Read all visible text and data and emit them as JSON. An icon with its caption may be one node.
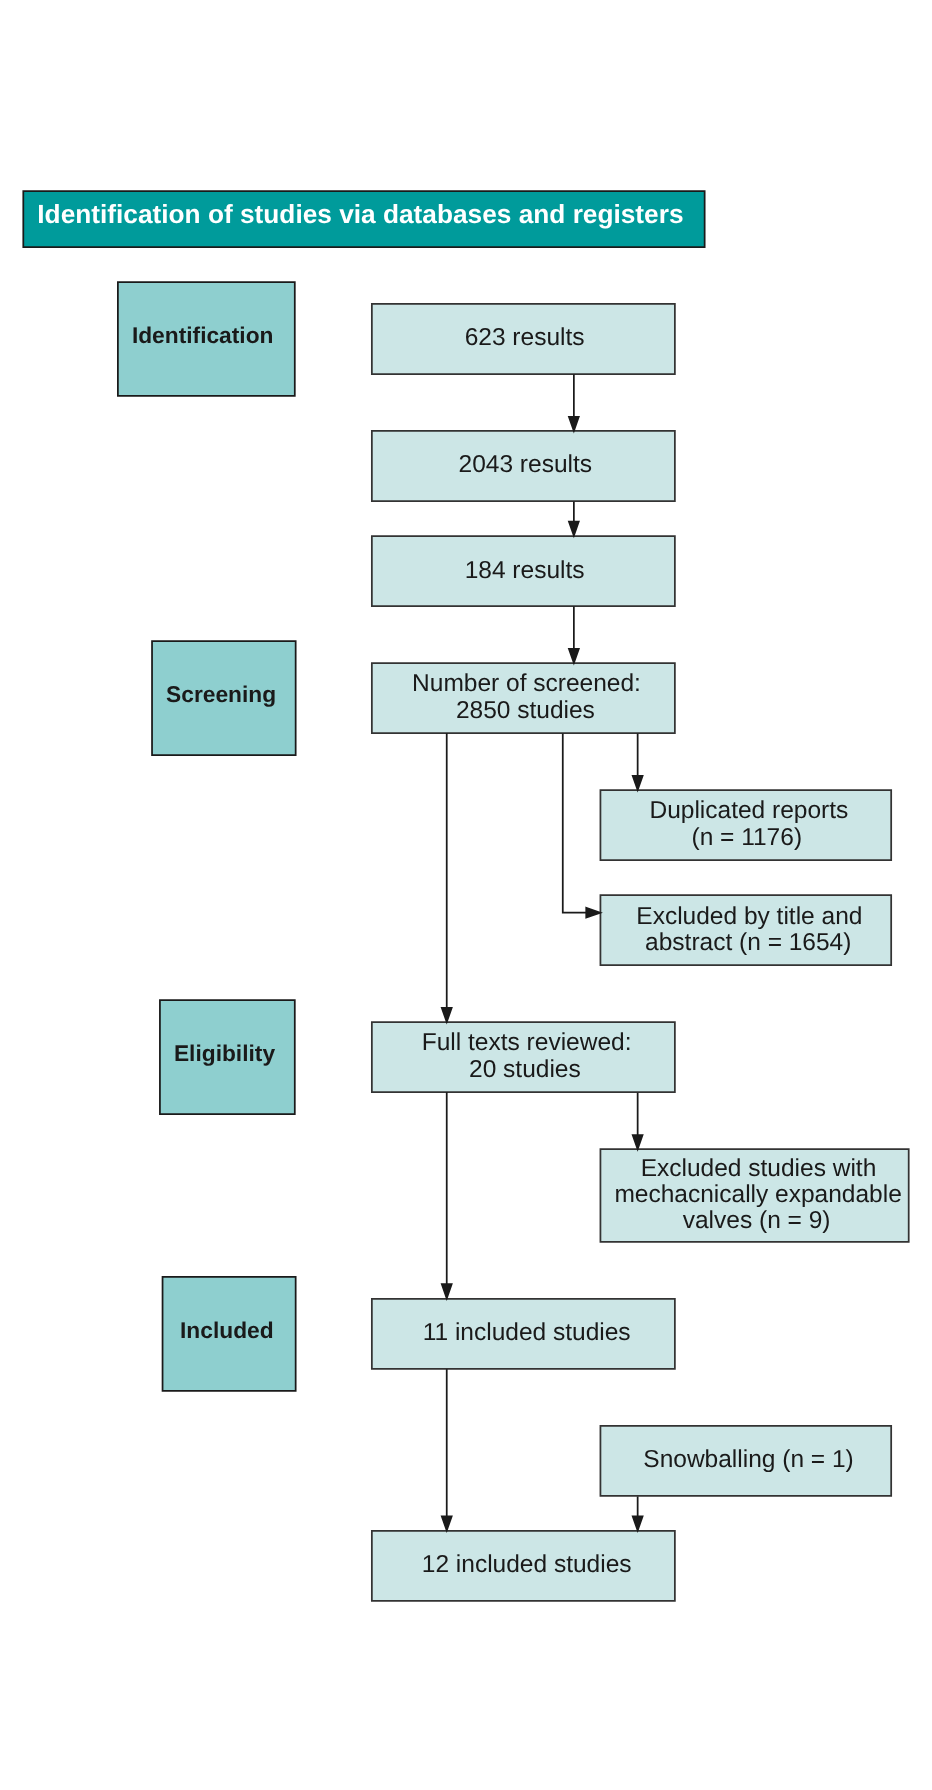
{
  "diagram": {
    "nodes": [
      {
        "text": [
          "Identification of studies via databases and registers"
        ]
      },
      {
        "text": [
          "Identification"
        ]
      },
      {
        "text": [
          "623 results"
        ]
      },
      {
        "text": [
          "2043 results"
        ]
      },
      {
        "text": [
          "184 results"
        ]
      },
      {
        "text": [
          "Screening"
        ]
      },
      {
        "text": [
          "Number of screened: 2850 studies"
        ]
      },
      {
        "text": [
          "Duplicated reports (n = 1176)"
        ]
      },
      {
        "text": [
          "Excluded by title and abstract (n = 1654)"
        ]
      },
      {
        "text": [
          "Eligibility"
        ]
      },
      {
        "text": [
          "Full texts reviewed: 20 studies"
        ]
      },
      {
        "text": [
          "Excluded studies with mechacnically expandable valves (n = 9)"
        ]
      },
      {
        "text": [
          "Included"
        ]
      },
      {
        "text": [
          "11 included studies"
        ]
      },
      {
        "text": [
          "Snowballing (n = 1)"
        ]
      },
      {
        "text": [
          "12 included studies"
        ]
      }
    ],
    "edges": [
      {
        "from": 2,
        "to": 3,
        "arrow": "to"
      },
      {
        "from": 3,
        "to": 4,
        "arrow": "to"
      },
      {
        "from": 4,
        "to": 6,
        "arrow": "to"
      },
      {
        "from": 6,
        "to": 7,
        "arrow": "to"
      },
      {
        "from": 6,
        "to": 8,
        "arrow": "to"
      },
      {
        "from": 6,
        "to": 10,
        "arrow": "to"
      },
      {
        "from": 10,
        "to": 11,
        "arrow": "to"
      },
      {
        "from": 10,
        "to": 13,
        "arrow": "to"
      },
      {
        "from": 13,
        "to": 15,
        "arrow": "to"
      },
      {
        "from": 14,
        "to": 15,
        "arrow": "to"
      }
    ]
  }
}
